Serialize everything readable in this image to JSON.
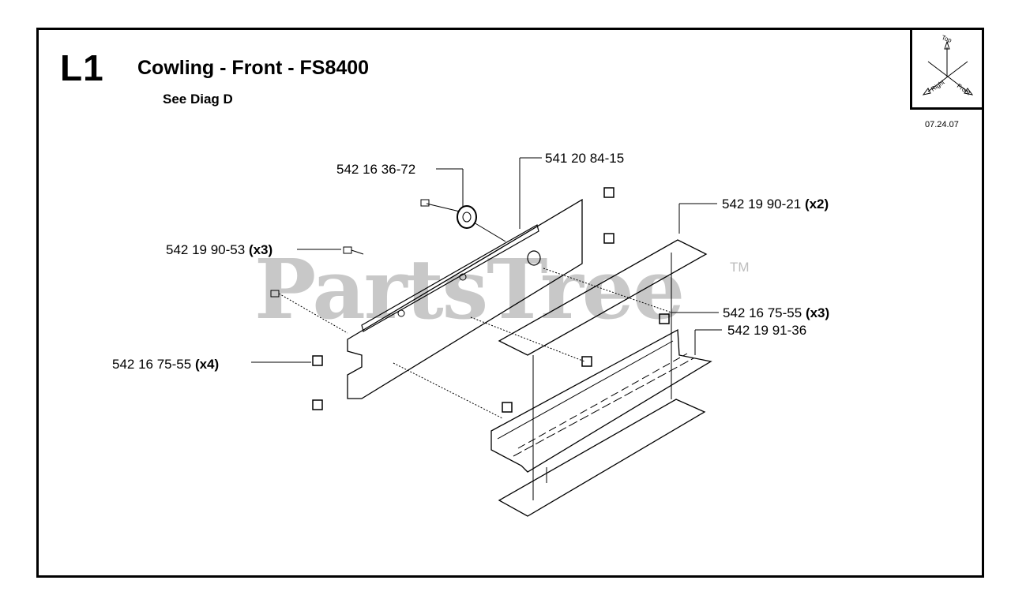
{
  "header": {
    "section_code": "L1",
    "title": "Cowling - Front - FS8400",
    "subtitle": "See Diag D",
    "date": "07.24.07"
  },
  "orientation": {
    "top": "Top",
    "right": "Right",
    "front": "Front"
  },
  "watermark": {
    "text": "PartsTree",
    "tm": "TM"
  },
  "parts": [
    {
      "id": "p1",
      "number": "542 16 36-72",
      "qty": ""
    },
    {
      "id": "p2",
      "number": "541 20 84-15",
      "qty": ""
    },
    {
      "id": "p3",
      "number": "542 19 90-21",
      "qty": "(x2)"
    },
    {
      "id": "p4",
      "number": "542 19 90-53",
      "qty": "(x3)"
    },
    {
      "id": "p5",
      "number": "542 16 75-55",
      "qty": "(x3)"
    },
    {
      "id": "p6",
      "number": "542 19 91-36",
      "qty": ""
    },
    {
      "id": "p7",
      "number": "542 16 75-55",
      "qty": "(x4)"
    }
  ]
}
